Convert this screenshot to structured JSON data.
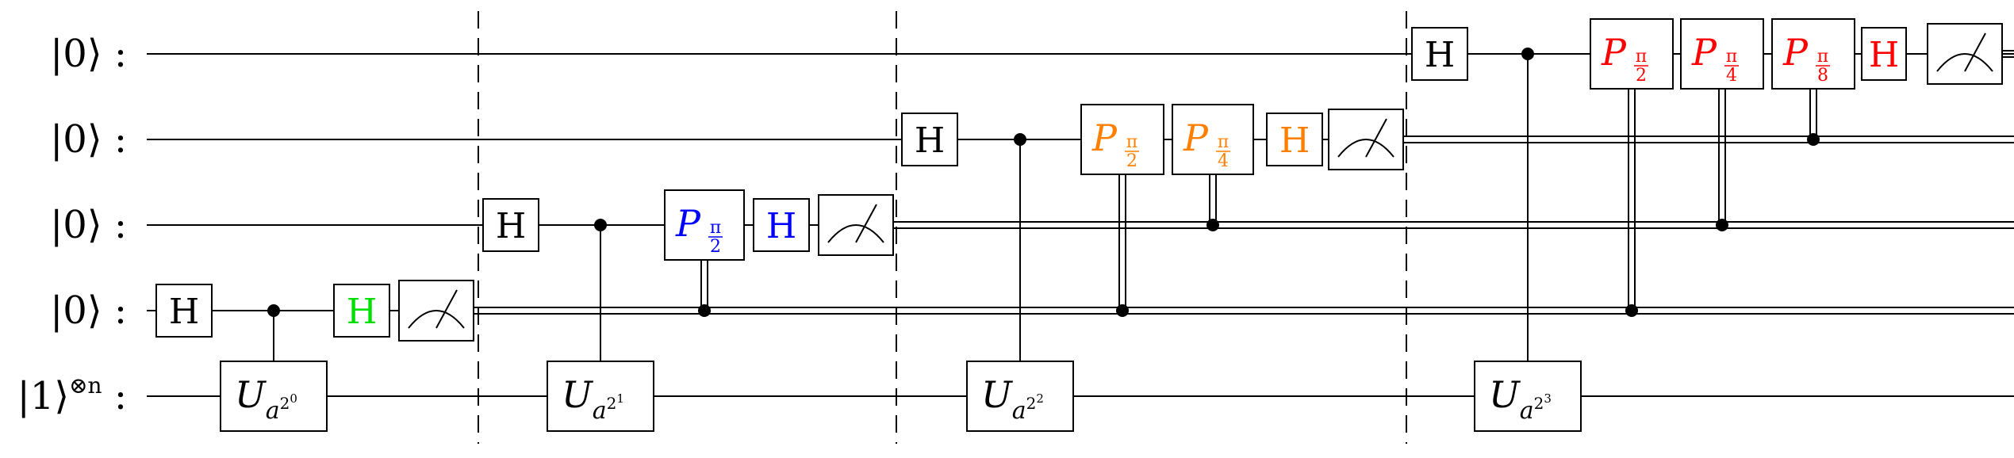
{
  "qubit_labels": [
    "|0⟩ :",
    "|0⟩ :",
    "|0⟩ :",
    "|0⟩ :"
  ],
  "target_label": {
    "ket": "|1⟩",
    "sup": "⊗n",
    "colon": ":"
  },
  "h_label": "H",
  "p_label": "P",
  "pi_symbol": "π",
  "u_label": "U",
  "u_base": "a",
  "u_two": "2",
  "stages": [
    {
      "qubit": 3,
      "color": "#00e000",
      "u_exponent": "0",
      "phases": []
    },
    {
      "qubit": 2,
      "color": "#0000ff",
      "u_exponent": "1",
      "phases": [
        {
          "denominator": "2",
          "control": 3
        }
      ]
    },
    {
      "qubit": 1,
      "color": "#ff8000",
      "u_exponent": "2",
      "phases": [
        {
          "denominator": "2",
          "control": 3
        },
        {
          "denominator": "4",
          "control": 2
        }
      ]
    },
    {
      "qubit": 0,
      "color": "#ff0000",
      "u_exponent": "3",
      "phases": [
        {
          "denominator": "2",
          "control": 3
        },
        {
          "denominator": "4",
          "control": 2
        },
        {
          "denominator": "8",
          "control": 1
        }
      ]
    }
  ]
}
